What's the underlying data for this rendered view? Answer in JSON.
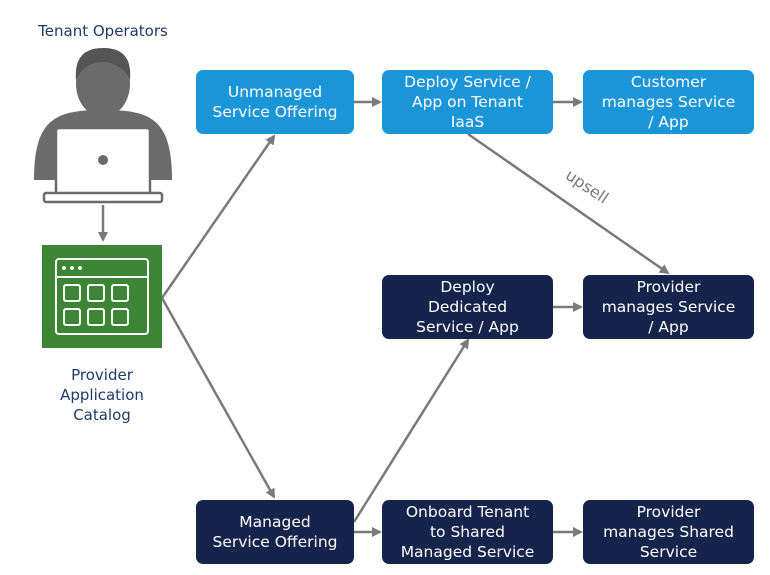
{
  "actor": {
    "label": "Tenant Operators",
    "icon": "person-with-laptop-icon"
  },
  "catalog": {
    "icon": "application-catalog-icon",
    "label": "Provider\nApplication\nCatalog"
  },
  "nodes": {
    "unmanaged_offering": "Unmanaged\nService Offering",
    "deploy_tenant_iaas": "Deploy Service /\nApp on Tenant\nIaaS",
    "customer_manages": "Customer\nmanages Service\n/ App",
    "deploy_dedicated": "Deploy\nDedicated\nService / App",
    "provider_manages_service": "Provider\nmanages Service\n/ App",
    "managed_offering": "Managed\nService Offering",
    "onboard_tenant": "Onboard Tenant\nto Shared\nManaged Service",
    "provider_manages_shared": "Provider\nmanages Shared\nService"
  },
  "edge_labels": {
    "upsell": "upsell"
  },
  "colors": {
    "light_box": "#1a95d8",
    "dark_box": "#14244a",
    "catalog_green": "#3b8534",
    "arrow": "#7a7a7a",
    "person": "#6b6b6b",
    "label_text": "#1f3a66"
  }
}
